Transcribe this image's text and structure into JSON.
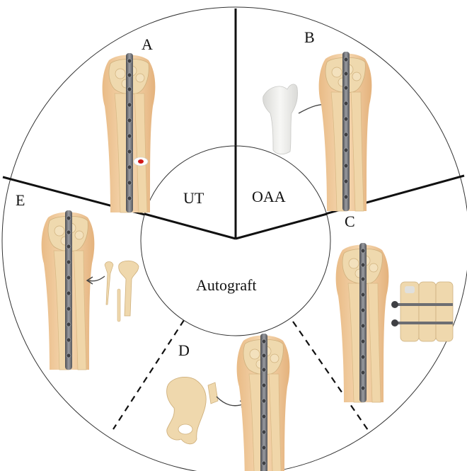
{
  "diagram": {
    "sector_labels": {
      "a": "A",
      "b": "B",
      "c": "C",
      "d": "D",
      "e": "E"
    },
    "center_labels": {
      "ut": "UT",
      "oaa": "OAA",
      "autograft": "Autograft"
    }
  },
  "palette": {
    "bone": "#efd8ad",
    "bone_dark": "#d9bf8f",
    "skin": "#f2cfa3",
    "skin_shadow": "#e2b27d",
    "plate": "#6d6e72",
    "screw": "#3f4044",
    "allograft": "#eeeeec",
    "lesion_red": "#d11a1a",
    "line": "#111111",
    "circle_stroke": "#333333"
  }
}
